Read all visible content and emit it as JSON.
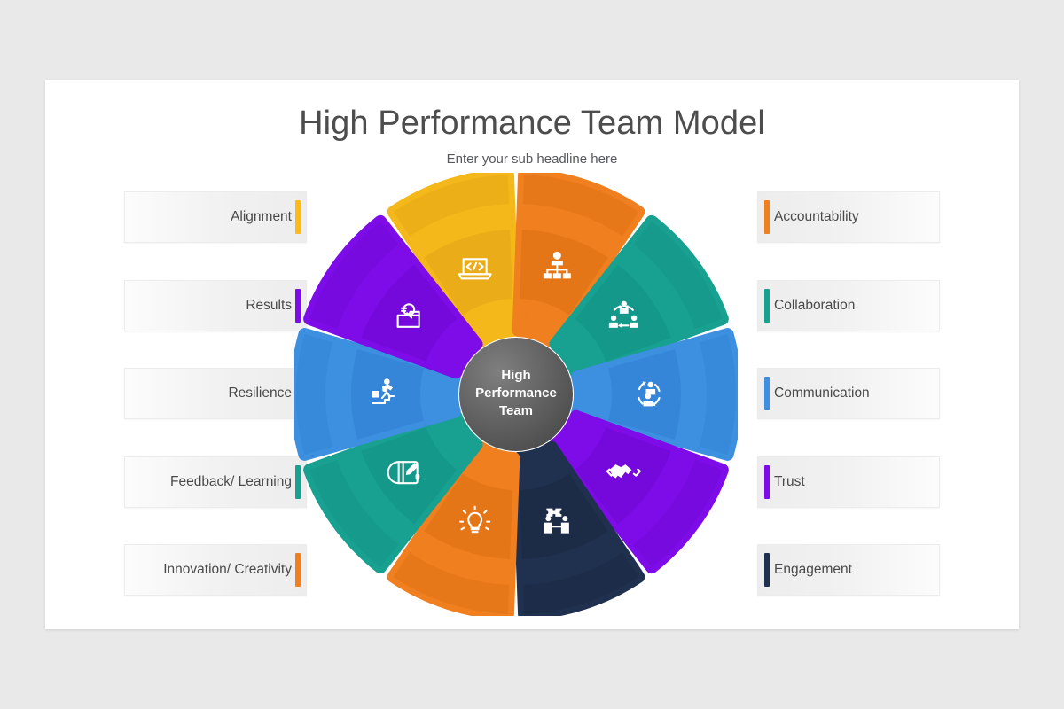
{
  "slide": {
    "title": "High Performance Team Model",
    "subtitle": "Enter your sub headline here",
    "background_color": "#e9e9ea",
    "card_color": "#ffffff"
  },
  "hub": {
    "line1": "High",
    "line2": "Performance",
    "line3": "Team",
    "color_start": "#7a7a7a",
    "color_end": "#4f4f4f"
  },
  "left_labels": [
    {
      "label": "Alignment",
      "color": "#fbba16",
      "icon": "laptop-code-icon"
    },
    {
      "label": "Results",
      "color": "#7e0ce8",
      "icon": "folder-search-icon"
    },
    {
      "label": "Resilience",
      "color": "#3d8fe0",
      "icon": "career-stairs-icon"
    },
    {
      "label": "Feedback/ Learning",
      "color": "#18a090",
      "icon": "notebook-pencil-icon"
    },
    {
      "label": "Innovation/ Creativity",
      "color": "#ef7f1f",
      "icon": "lightbulb-icon"
    }
  ],
  "right_labels": [
    {
      "label": "Accountability",
      "color": "#ef7f1f",
      "icon": "org-chart-icon"
    },
    {
      "label": "Collaboration",
      "color": "#18a090",
      "icon": "team-rotation-icon"
    },
    {
      "label": "Communication",
      "color": "#3d8fe0",
      "icon": "people-cycle-icon"
    },
    {
      "label": "Trust",
      "color": "#7e0ce8",
      "icon": "handshake-icon"
    },
    {
      "label": "Engagement",
      "color": "#20314f",
      "icon": "puzzle-people-icon"
    }
  ],
  "petals": [
    {
      "name": "Alignment",
      "color": "#f5b81b",
      "band": "#e0a315",
      "icon": "laptop-code-icon",
      "position": "top-left"
    },
    {
      "name": "Accountability",
      "color": "#ef7f1f",
      "band": "#dd6f13",
      "icon": "org-chart-icon",
      "position": "top-right"
    },
    {
      "name": "Collaboration",
      "color": "#18a090",
      "band": "#119184",
      "icon": "team-rotation-icon",
      "position": "upper-right"
    },
    {
      "name": "Communication",
      "color": "#3d8fe0",
      "band": "#2f7fd2",
      "icon": "people-cycle-icon",
      "position": "lower-right"
    },
    {
      "name": "Trust",
      "color": "#7e0ce8",
      "band": "#6e08cf",
      "icon": "handshake-icon",
      "position": "bottom-right"
    },
    {
      "name": "Engagement",
      "color": "#20314f",
      "band": "#192842",
      "icon": "puzzle-people-icon",
      "position": "bottom"
    },
    {
      "name": "Innovation/ Creativity",
      "color": "#ef7f1f",
      "band": "#dd6f13",
      "icon": "lightbulb-icon",
      "position": "bottom-left"
    },
    {
      "name": "Feedback/ Learning",
      "color": "#18a090",
      "band": "#119184",
      "icon": "notebook-pencil-icon",
      "position": "lower-left"
    },
    {
      "name": "Resilience",
      "color": "#3d8fe0",
      "band": "#2f7fd2",
      "icon": "career-stairs-icon",
      "position": "upper-left"
    },
    {
      "name": "Results",
      "color": "#7e0ce8",
      "band": "#6e08cf",
      "icon": "folder-search-icon",
      "position": "top-far-left"
    }
  ]
}
